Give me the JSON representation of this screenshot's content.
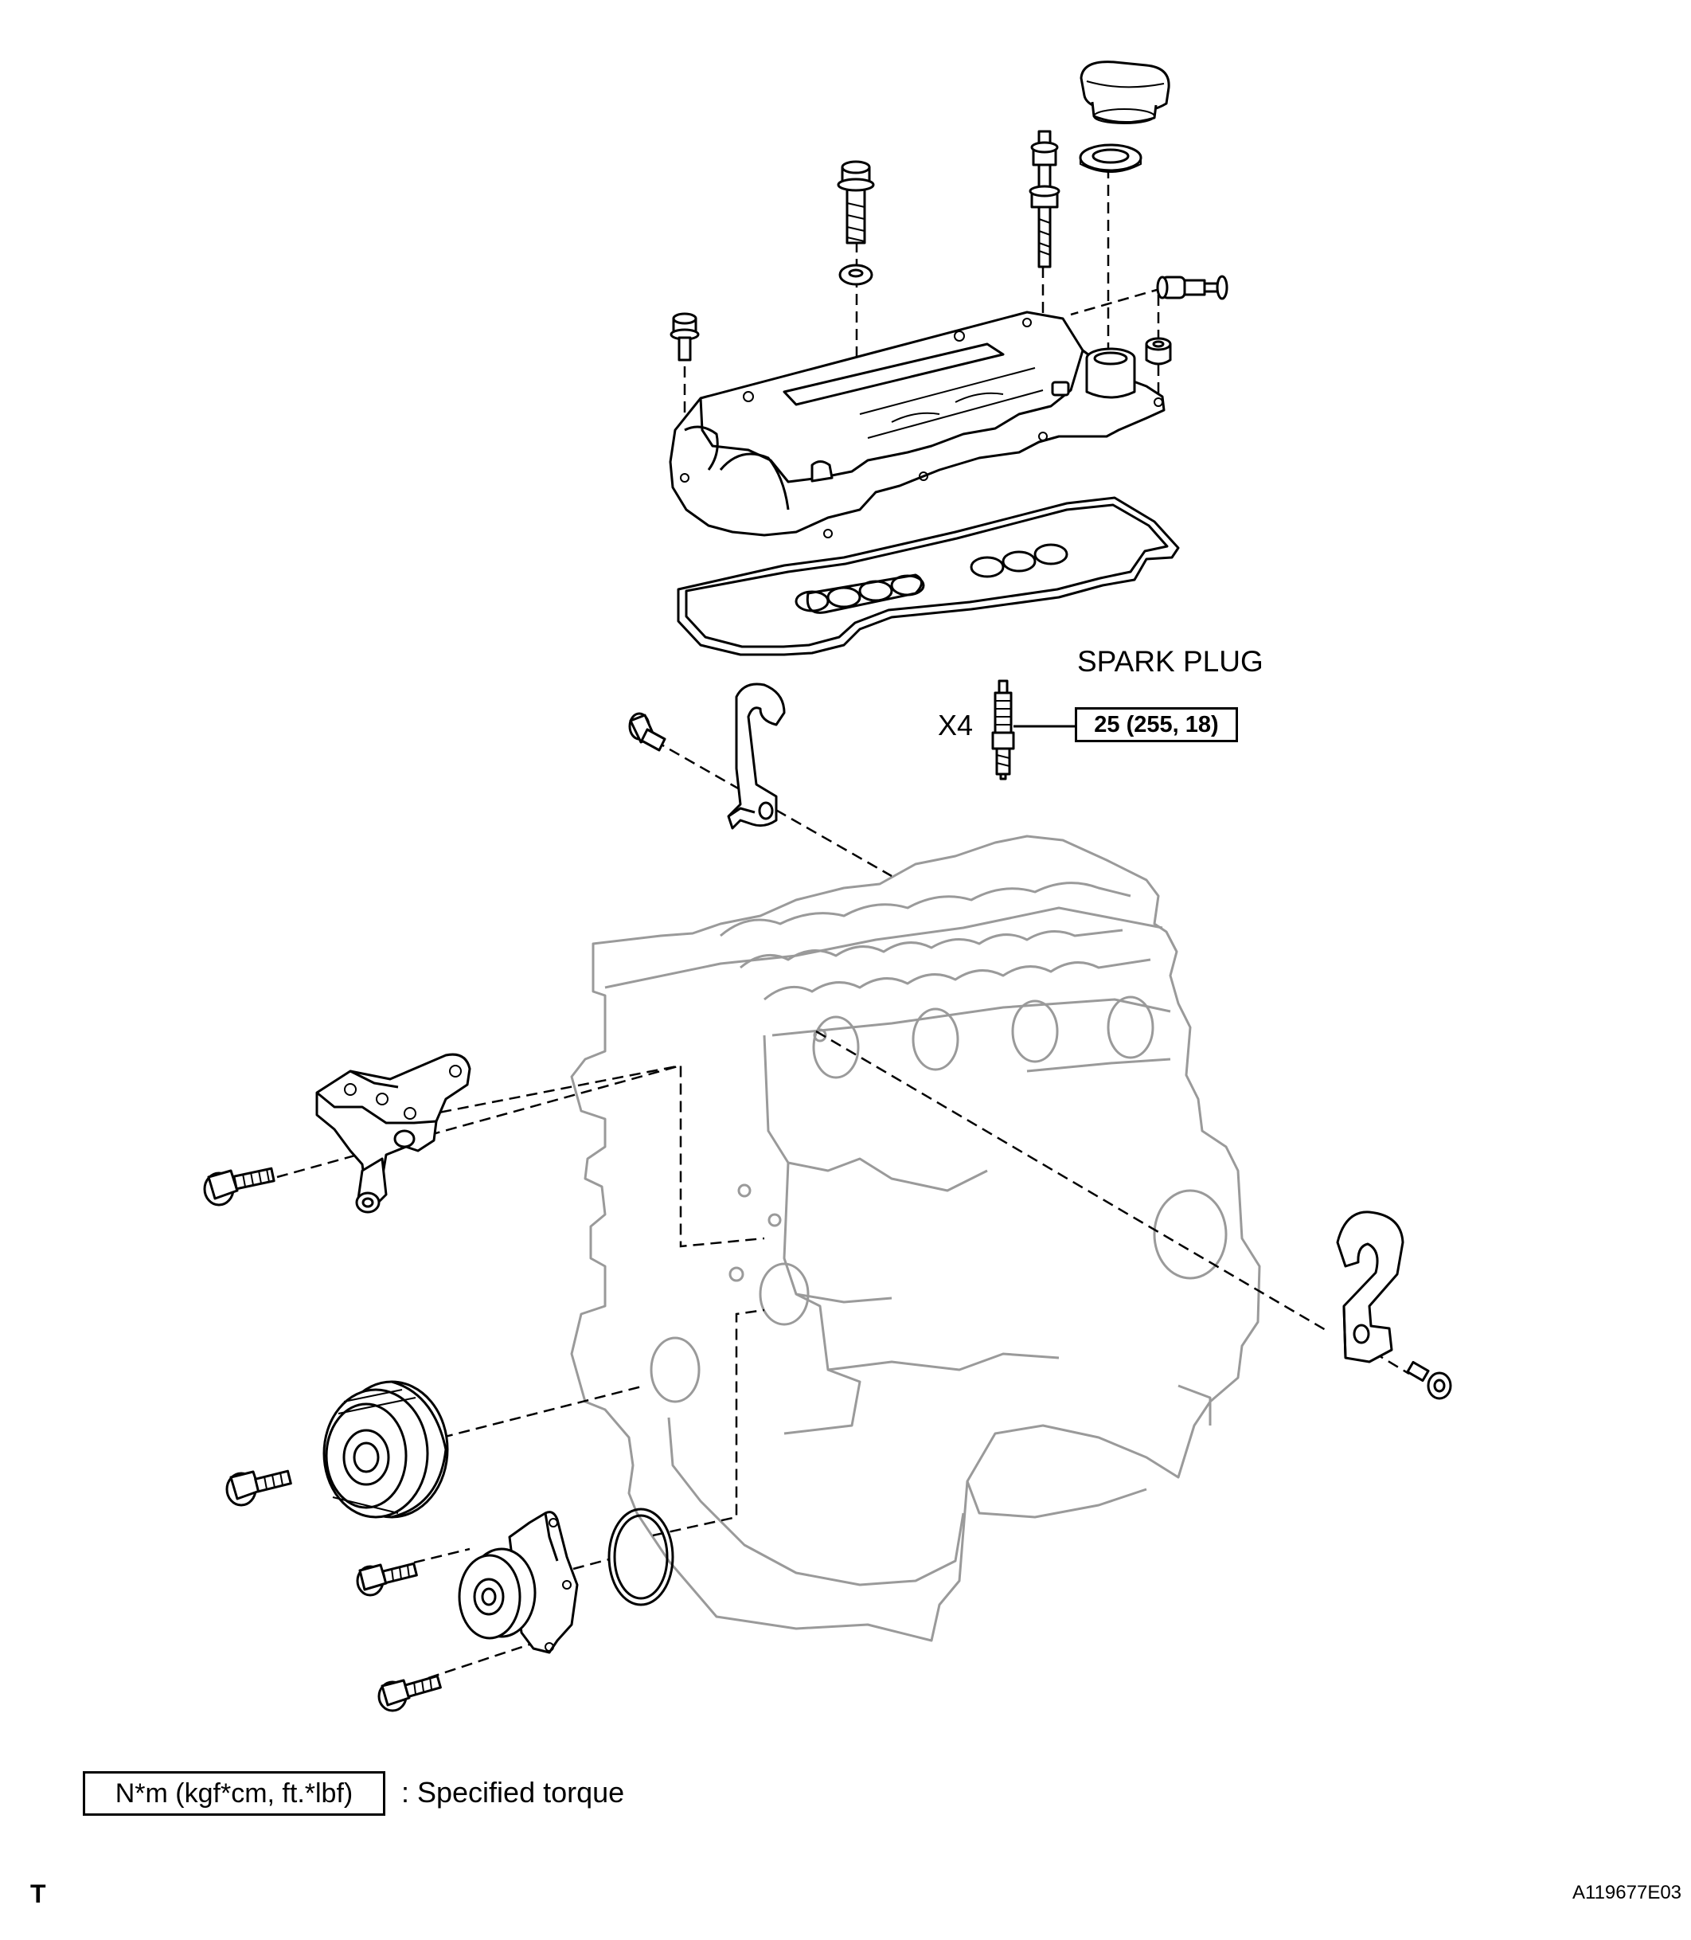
{
  "labels": {
    "spark_plug": "SPARK PLUG",
    "quantity": "X4",
    "spark_plug_torque": "25 (255, 18)"
  },
  "legend": {
    "box": "N*m (kgf*cm, ft.*lbf)",
    "text": ": Specified torque"
  },
  "corner_mark": "T",
  "figure_id": "A119677E03"
}
